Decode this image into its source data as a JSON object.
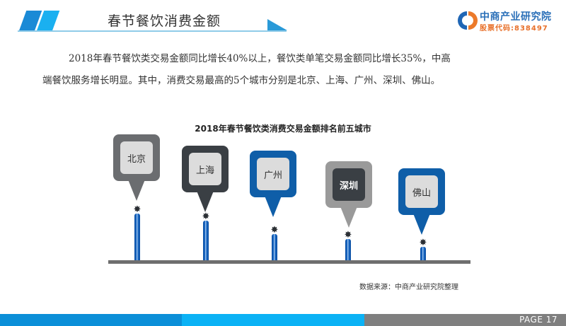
{
  "header": {
    "title": "春节餐饮消费金额",
    "accent_colors": [
      "#1a8ad6",
      "#1ab0f0"
    ]
  },
  "logo": {
    "name": "中商产业研究院",
    "stock_code": "股票代码:838497",
    "icon": "chnci-logo-icon"
  },
  "body": {
    "paragraph_line1": "2018年春节餐饮类交易金额同比增长40%以上，餐饮类单笔交易金额同比增长35%，中高",
    "paragraph_line2": "端餐饮服务增长明显。其中，消费交易最高的5个城市分别是北京、上海、广州、深圳、佛山。"
  },
  "chart_data": {
    "type": "bar",
    "title": "2018年春节餐饮类消费交易金额排名前五城市",
    "categories": [
      "北京",
      "上海",
      "广州",
      "深圳",
      "佛山"
    ],
    "ranks": [
      1,
      2,
      3,
      4,
      5
    ],
    "relative_heights": [
      5,
      4,
      3,
      2,
      1
    ],
    "xlabel": "",
    "ylabel": "",
    "grid": false,
    "legend": null,
    "pins": [
      {
        "label": "北京",
        "outer": "#6b6d70",
        "inner": "#dcdcdc",
        "text": "#333333"
      },
      {
        "label": "上海",
        "outer": "#3a3f44",
        "inner": "#dcdcdc",
        "text": "#333333"
      },
      {
        "label": "广州",
        "outer": "#0f5ea8",
        "inner": "#dcdcdc",
        "text": "#333333"
      },
      {
        "label": "深圳",
        "outer": "#9a9a9a",
        "inner": "#3a3f44",
        "text": "#ffffff"
      },
      {
        "label": "佛山",
        "outer": "#0f5ea8",
        "inner": "#dcdcdc",
        "text": "#333333"
      }
    ]
  },
  "source": "数据来源：中商产业研究院整理",
  "footer": {
    "page_label": "PAGE  17"
  }
}
